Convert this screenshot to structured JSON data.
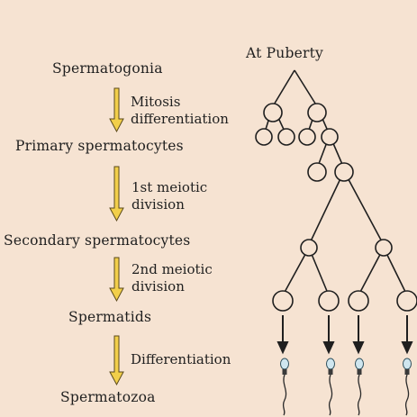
{
  "stages": {
    "puberty": "At Puberty",
    "spermatogonia": "Spermatogonia",
    "primary": "Primary spermatocytes",
    "secondary": "Secondary spermatocytes",
    "spermatids": "Spermatids",
    "spermatozoa": "Spermatozoa"
  },
  "steps": {
    "mitosis": [
      "Mitosis",
      "differentiation"
    ],
    "meiosis1": [
      "1st meiotic",
      "division"
    ],
    "meiosis2": [
      "2nd meiotic",
      "division"
    ],
    "differentiation": [
      "Differentiation"
    ]
  },
  "colors": {
    "background": "#f6e3d2",
    "arrow_fill": "#f2cf4a",
    "arrow_stroke": "#5a4a1a",
    "line": "#1f1f1f"
  }
}
